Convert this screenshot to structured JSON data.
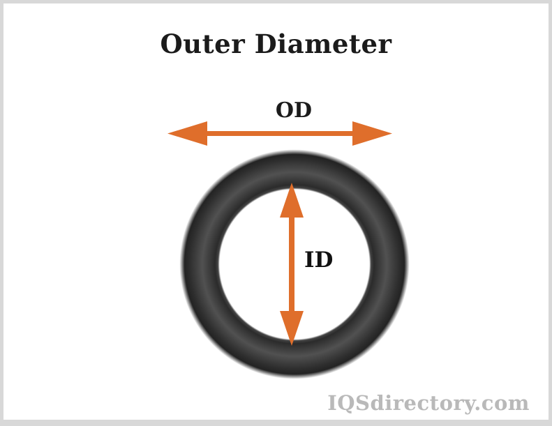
{
  "title": "Outer Diameter",
  "diagram": {
    "od_label": "OD",
    "id_label": "ID"
  },
  "watermark": "IQSdirectory.com",
  "icons": {
    "od_arrow": "horizontal-double-headed-arrow",
    "id_arrow": "vertical-double-headed-arrow"
  },
  "colors": {
    "accent_orange": "#DF6E2B",
    "ring_dark": "#232323",
    "ring_mid": "#515151",
    "border_gray": "#D8D8D8",
    "title_text": "#1B1B1B",
    "watermark_gray": "#B9B9B9",
    "background": "#FFFFFF"
  }
}
